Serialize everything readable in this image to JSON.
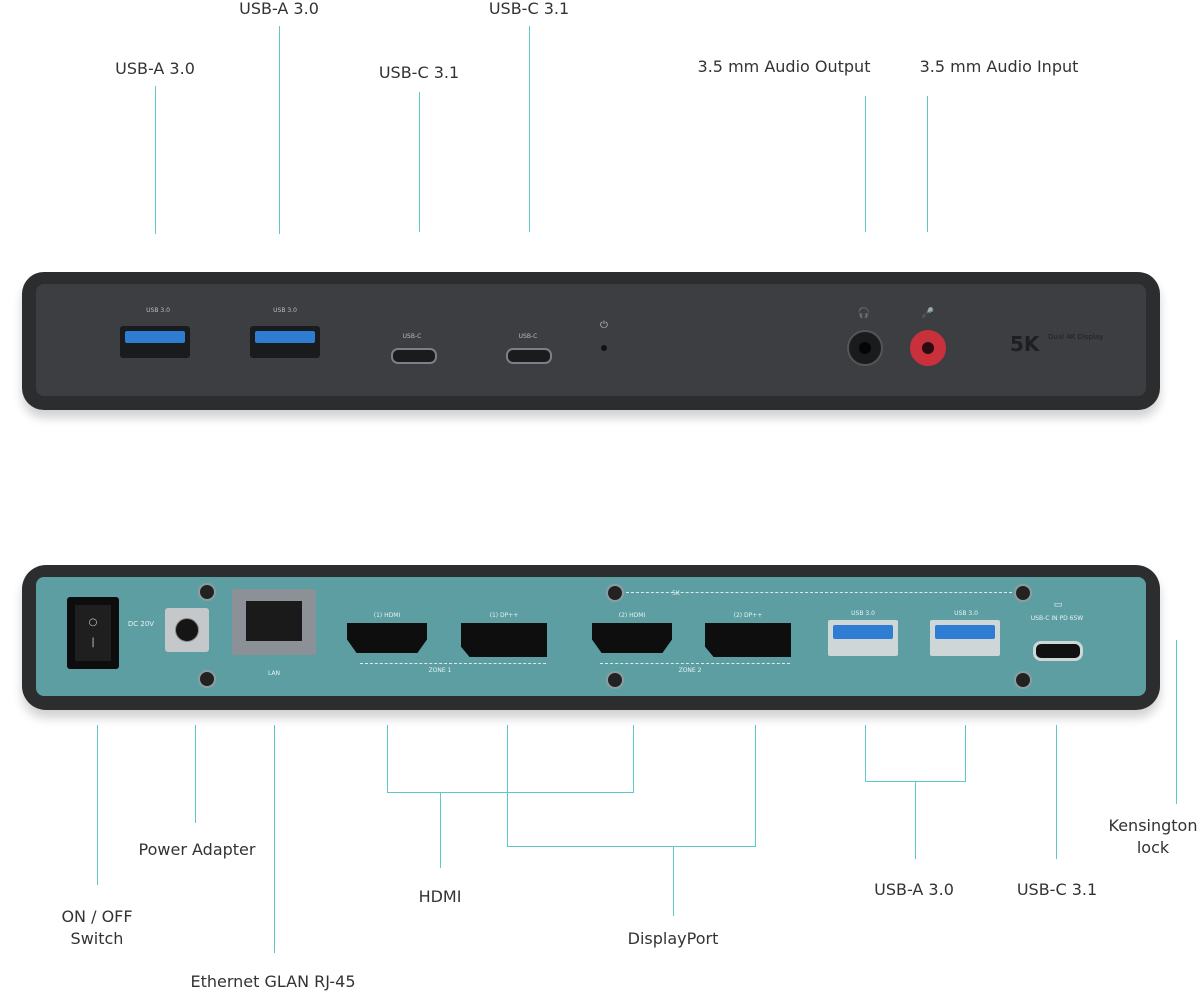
{
  "front_labels": {
    "usba_1": "USB-A 3.0",
    "usba_2": "USB-A 3.0",
    "usbc_1": "USB-C 3.1",
    "usbc_2": "USB-C 3.1",
    "audio_out": "3.5 mm Audio Output",
    "audio_in": "3.5 mm Audio Input"
  },
  "rear_labels": {
    "switch": "ON / OFF\nSwitch",
    "power": "Power Adapter",
    "ethernet": "Ethernet GLAN RJ-45",
    "hdmi": "HDMI",
    "displayport": "DisplayPort",
    "usba": "USB-A 3.0",
    "usbc": "USB-C 3.1",
    "kensington": "Kensington\nlock"
  },
  "front_panel": {
    "usb3_label": "USB 3.0",
    "usbc_label": "USB-C",
    "brand_main": "5K",
    "brand_sub": "Dual 4K\nDisplay"
  },
  "rear_panel": {
    "dc_label": "DC 20V",
    "lan_label": "LAN",
    "hdmi1_label": "(1) HDMI",
    "dp1_label": "(1) DP++",
    "hdmi2_label": "(2) HDMI",
    "dp2_label": "(2) DP++",
    "zone1_label": "ZONE 1",
    "zone2_label": "ZONE 2",
    "fivek_label": "5K",
    "usb3_label": "USB 3.0",
    "usbc_in_label": "USB-C IN\nPD 65W"
  },
  "colors": {
    "leader": "#5cc9c9",
    "rear_face": "#5d9ea3",
    "front_face": "#3c3e41",
    "usb_blue": "#2f7cd3",
    "audio_red": "#c8303c"
  }
}
